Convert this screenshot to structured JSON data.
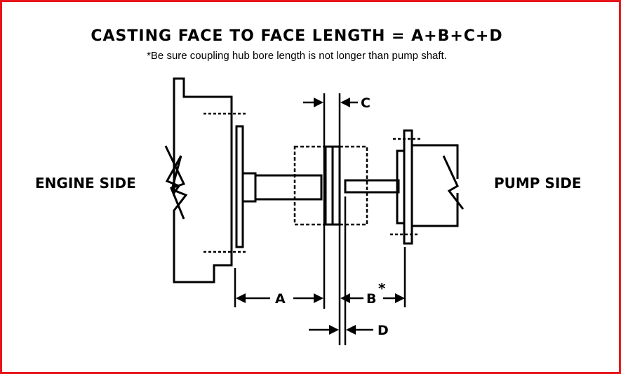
{
  "title": "CASTING FACE TO FACE LENGTH = A+B+C+D",
  "note": "*Be sure coupling hub bore length is not longer than pump shaft.",
  "labels": {
    "engine_side": "ENGINE SIDE",
    "pump_side": "PUMP SIDE",
    "a": "A",
    "b": "B",
    "b_asterisk": "*",
    "c": "C",
    "d": "D"
  },
  "colors": {
    "border": "#e8141c",
    "ink": "#000000"
  }
}
